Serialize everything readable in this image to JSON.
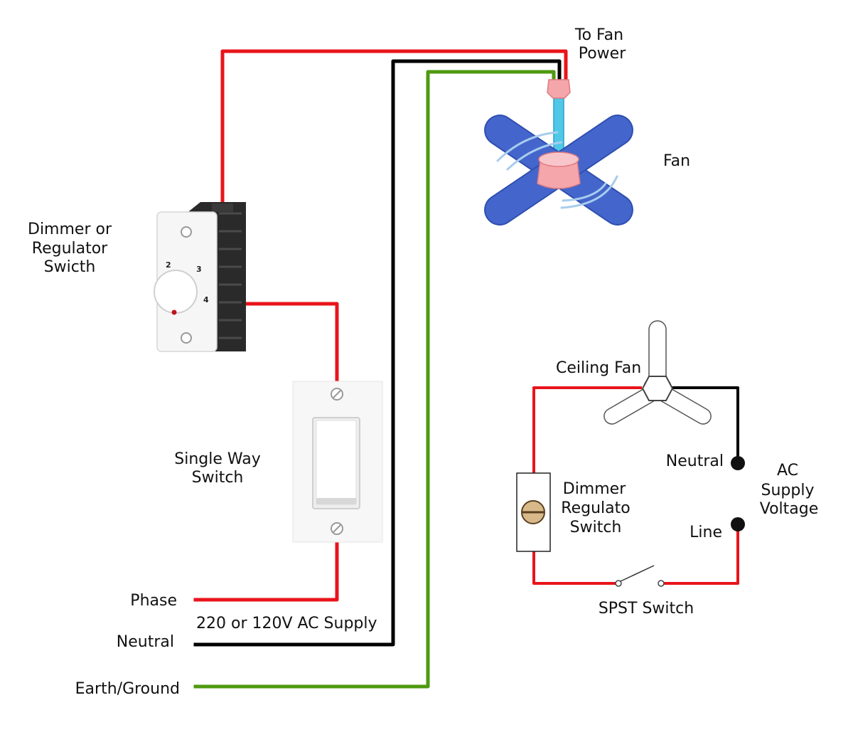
{
  "colors": {
    "phase": "#e8141b",
    "neutral": "#000000",
    "earth": "#4f9a10",
    "fan_blade": "#4466cc",
    "fan_hub": "#f4a6aa",
    "downrod": "#4fc8e8"
  },
  "labels": {
    "to_fan_power_1": "To Fan",
    "to_fan_power_2": "Power",
    "fan": "Fan",
    "dimmer_1": "Dimmer or",
    "dimmer_2": "Regulator",
    "dimmer_3": "Swicth",
    "single_way_1": "Single Way",
    "single_way_2": "Switch",
    "phase": "Phase",
    "supply": "220 or 120V AC Supply",
    "neutral": "Neutral",
    "earth": "Earth/Ground"
  },
  "dial_numbers": [
    "2",
    "3",
    "4"
  ],
  "circuit": {
    "ceiling_fan": "Ceiling Fan",
    "neutral": "Neutral",
    "line": "Line",
    "ac_1": "AC",
    "ac_2": "Supply",
    "ac_3": "Voltage",
    "dimmer_1": "Dimmer",
    "dimmer_2": "Regulato",
    "dimmer_3": "Switch",
    "spst": "SPST Switch"
  }
}
